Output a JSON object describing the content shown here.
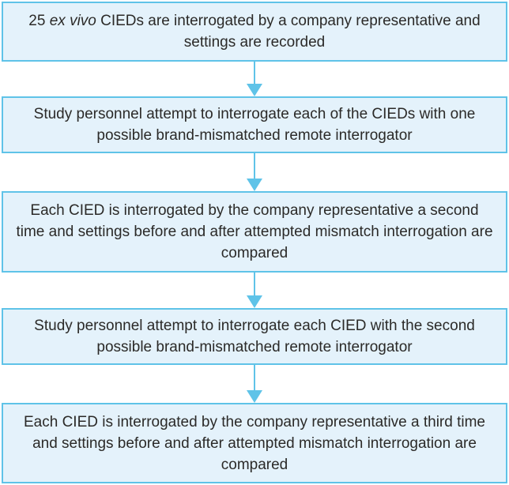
{
  "diagram": {
    "type": "flowchart",
    "direction": "top-to-bottom",
    "colors": {
      "box_fill": "#e4f2fb",
      "box_border": "#5fc3e8",
      "arrow": "#5fc3e8",
      "text": "#2b2a28"
    },
    "steps": [
      {
        "parts": [
          {
            "text": "25 "
          },
          {
            "text": "ex vivo",
            "italic": true
          },
          {
            "text": " CIEDs are interrogated by a company representative and settings are recorded"
          }
        ]
      },
      {
        "text": "Study personnel attempt to interrogate each of the CIEDs with one possible brand-mismatched remote interrogator"
      },
      {
        "text": "Each CIED is interrogated by the company representative a second time and settings before and after attempted mismatch interrogation are compared"
      },
      {
        "text": "Study personnel attempt to interrogate each CIED with the second possible brand-mismatched remote interrogator"
      },
      {
        "text": "Each CIED is interrogated by the company representative a third time and settings before and after attempted mismatch interrogation are compared"
      }
    ],
    "connectors": [
      {
        "icon": "down-arrow"
      },
      {
        "icon": "down-arrow"
      },
      {
        "icon": "down-arrow"
      },
      {
        "icon": "down-arrow"
      }
    ]
  }
}
